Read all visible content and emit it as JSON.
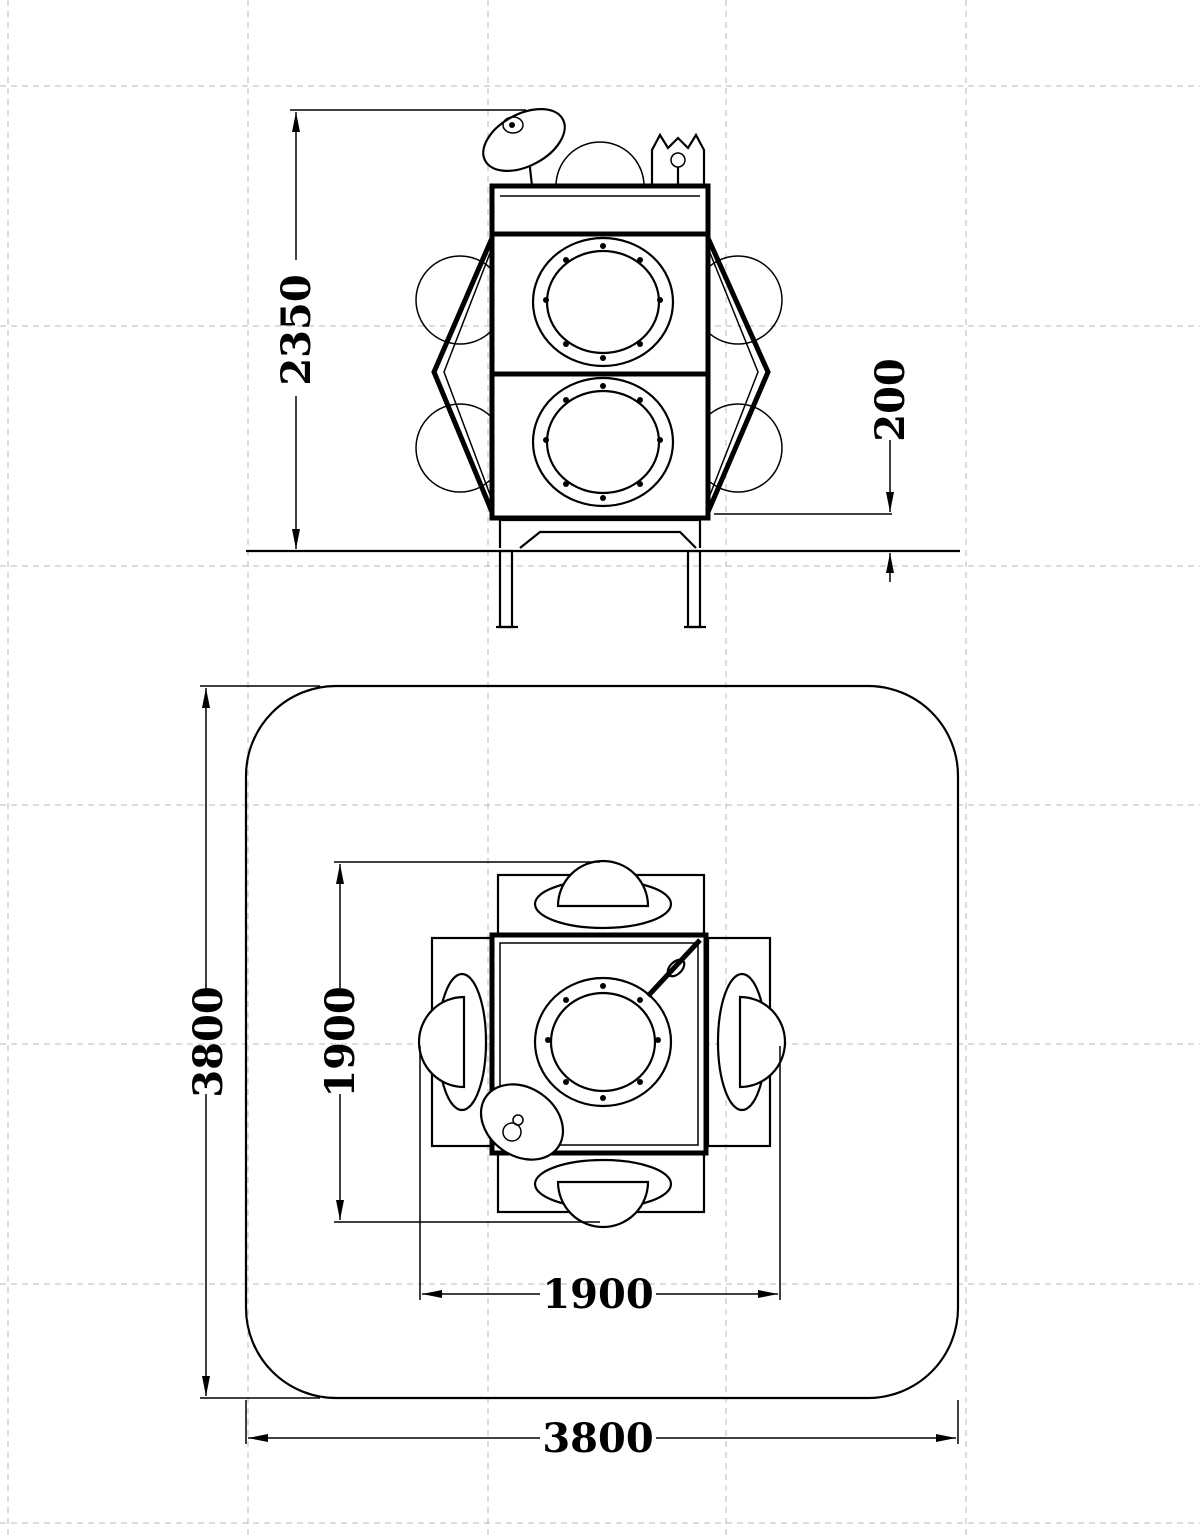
{
  "side_view": {
    "dimensions": {
      "total_height": "2350",
      "clearance": "200"
    }
  },
  "top_view": {
    "dimensions": {
      "safety_zone_depth": "3800",
      "safety_zone_width": "3800",
      "equipment_depth": "1900",
      "equipment_width": "1900"
    }
  }
}
